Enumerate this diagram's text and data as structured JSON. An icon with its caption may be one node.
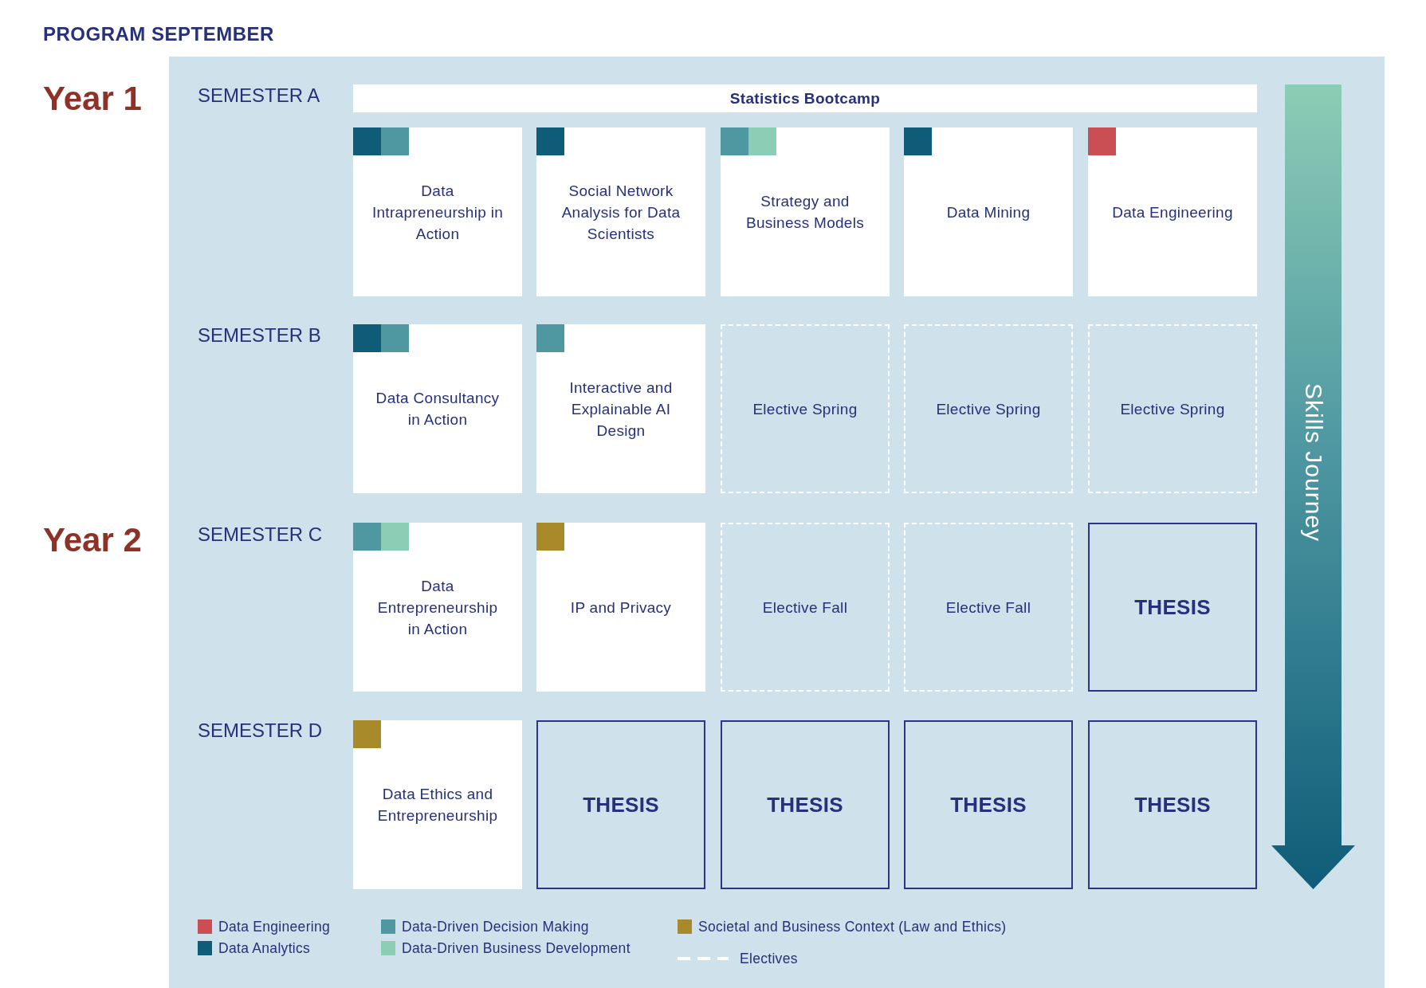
{
  "diagram": {
    "title": "PROGRAM SEPTEMBER",
    "nodes": [
      {
        "text": [
          "Statistics Bootcamp"
        ]
      },
      {
        "text": [
          "Data Intrapreneurship in Action"
        ]
      },
      {
        "text": [
          "Social Network Analysis for Data Scientists"
        ]
      },
      {
        "text": [
          "Strategy and Business Models"
        ]
      },
      {
        "text": [
          "Data Mining"
        ]
      },
      {
        "text": [
          "Data Engineering"
        ]
      },
      {
        "text": [
          "Data Consultancy in Action"
        ]
      },
      {
        "text": [
          "Interactive and Explainable AI Design"
        ]
      },
      {
        "text": [
          "Elective Spring"
        ]
      },
      {
        "text": [
          "Elective Spring"
        ]
      },
      {
        "text": [
          "Elective Spring"
        ]
      },
      {
        "text": [
          "Data Entrepreneurship in Action"
        ]
      },
      {
        "text": [
          "IP and Privacy"
        ]
      },
      {
        "text": [
          "Elective Fall"
        ]
      },
      {
        "text": [
          "Elective Fall"
        ]
      },
      {
        "text": [
          "THESIS"
        ]
      },
      {
        "text": [
          "Data Ethics and Entrepreneurship"
        ]
      },
      {
        "text": [
          "THESIS"
        ]
      },
      {
        "text": [
          "THESIS"
        ]
      },
      {
        "text": [
          "THESIS"
        ]
      },
      {
        "text": [
          "THESIS"
        ]
      },
      {
        "text": [
          "Skills Journey"
        ]
      }
    ],
    "labels": [
      "Year 1",
      "SEMESTER A",
      "SEMESTER B",
      "Year 2",
      "SEMESTER C",
      "SEMESTER D"
    ],
    "legend": [
      {
        "text": "Data Engineering",
        "color": "#c94f55"
      },
      {
        "text": "Data Analytics",
        "color": "#0e5c78"
      },
      {
        "text": "Data-Driven Decision Making",
        "color": "#4f98a2"
      },
      {
        "text": "Data-Driven Business Development",
        "color": "#8ccdb5"
      },
      {
        "text": "Societal and Business Context (Law and Ethics)",
        "color": "#a88a2a"
      },
      {
        "text": "Electives"
      }
    ]
  }
}
